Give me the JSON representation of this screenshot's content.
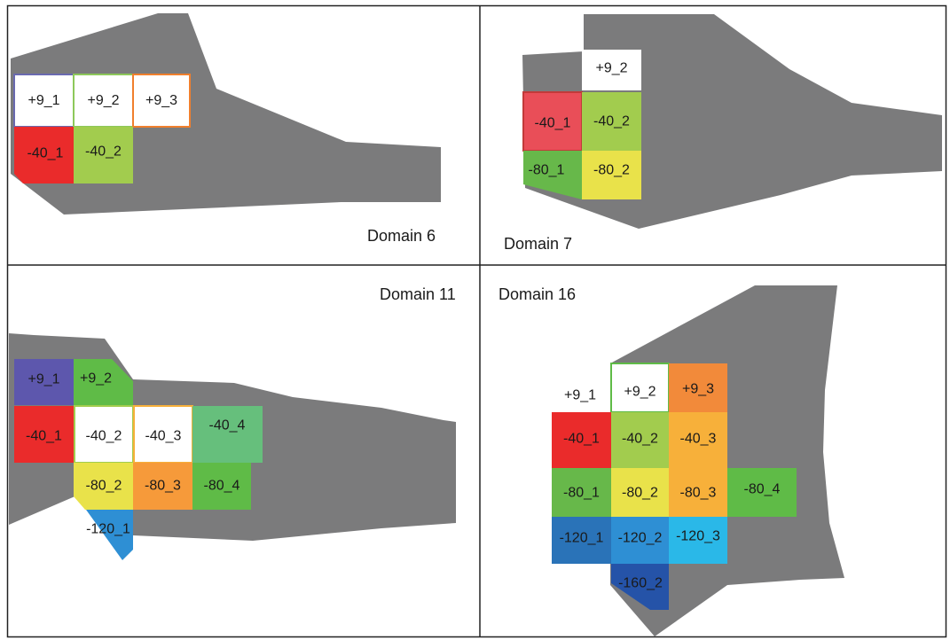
{
  "colors": {
    "shape": "#7b7b7c",
    "border": "#222222",
    "white": "#ffffff",
    "red": "#ea2b2b",
    "red_light": "#e94e58",
    "lime": "#a2cc4e",
    "green": "#67b84a",
    "green_mid": "#5fbb47",
    "yellow": "#e9e24a",
    "orange": "#f69a3a",
    "orange_mid": "#f28a3a",
    "amber": "#f7b03a",
    "blue_dark": "#2a73b8",
    "blue_mid": "#2e8fd4",
    "blue_light": "#2ab8e8",
    "blue_navy": "#2553a8",
    "purple": "#5d57ad",
    "teal": "#66bf7c"
  },
  "panels": [
    {
      "id": "domain-6",
      "title": "Domain 6",
      "tiles": [
        {
          "label": "+9_1",
          "color": "white",
          "stroke": "#6a6ab0"
        },
        {
          "label": "+9_2",
          "color": "white",
          "stroke": "#8dc85a"
        },
        {
          "label": "+9_3",
          "color": "white",
          "stroke": "#f07f2d"
        },
        {
          "label": "-40_1",
          "color": "red"
        },
        {
          "label": "-40_2",
          "color": "lime"
        }
      ]
    },
    {
      "id": "domain-7",
      "title": "Domain 7",
      "tiles": [
        {
          "label": "+9_2",
          "color": "white"
        },
        {
          "label": "-40_1",
          "color": "red_light",
          "stroke": "#c23a3a"
        },
        {
          "label": "-40_2",
          "color": "lime"
        },
        {
          "label": "-80_1",
          "color": "green"
        },
        {
          "label": "-80_2",
          "color": "yellow"
        }
      ]
    },
    {
      "id": "domain-11",
      "title": "Domain 11",
      "tiles": [
        {
          "label": "+9_1",
          "color": "purple"
        },
        {
          "label": "+9_2",
          "color": "green_mid"
        },
        {
          "label": "-40_1",
          "color": "red"
        },
        {
          "label": "-40_2",
          "color": "white",
          "stroke": "#a2cc4e"
        },
        {
          "label": "-40_3",
          "color": "white",
          "stroke": "#f7b03a"
        },
        {
          "label": "-40_4",
          "color": "teal"
        },
        {
          "label": "-80_2",
          "color": "yellow"
        },
        {
          "label": "-80_3",
          "color": "orange"
        },
        {
          "label": "-80_4",
          "color": "green_mid"
        },
        {
          "label": "-120_1",
          "color": "blue_mid"
        }
      ]
    },
    {
      "id": "domain-16",
      "title": "Domain 16",
      "tiles": [
        {
          "label": "+9_1",
          "color": "white"
        },
        {
          "label": "+9_2",
          "color": "white",
          "stroke": "#5fbb47"
        },
        {
          "label": "+9_3",
          "color": "orange_mid"
        },
        {
          "label": "-40_1",
          "color": "red"
        },
        {
          "label": "-40_2",
          "color": "lime"
        },
        {
          "label": "-40_3",
          "color": "amber"
        },
        {
          "label": "-80_1",
          "color": "green"
        },
        {
          "label": "-80_2",
          "color": "yellow"
        },
        {
          "label": "-80_3",
          "color": "amber"
        },
        {
          "label": "-80_4",
          "color": "green_mid"
        },
        {
          "label": "-120_1",
          "color": "blue_dark"
        },
        {
          "label": "-120_2",
          "color": "blue_mid"
        },
        {
          "label": "-120_3",
          "color": "blue_light"
        },
        {
          "label": "-160_2",
          "color": "blue_navy"
        }
      ]
    }
  ]
}
